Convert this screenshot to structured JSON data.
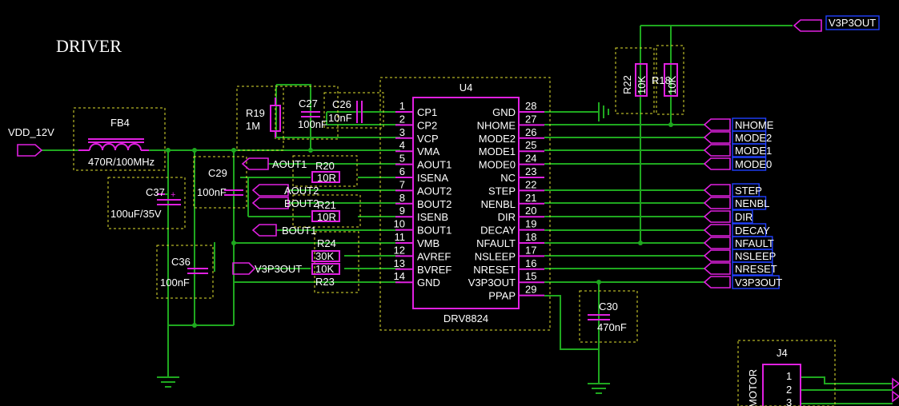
{
  "title": "DRIVER",
  "ic": {
    "ref": "U4",
    "part": "DRV8824",
    "left_pins": [
      {
        "num": "1",
        "name": "CP1"
      },
      {
        "num": "2",
        "name": "CP2"
      },
      {
        "num": "3",
        "name": "VCP"
      },
      {
        "num": "4",
        "name": "VMA"
      },
      {
        "num": "5",
        "name": "AOUT1"
      },
      {
        "num": "6",
        "name": "ISENA"
      },
      {
        "num": "7",
        "name": "AOUT2"
      },
      {
        "num": "8",
        "name": "BOUT2"
      },
      {
        "num": "9",
        "name": "ISENB"
      },
      {
        "num": "10",
        "name": "BOUT1"
      },
      {
        "num": "11",
        "name": "VMB"
      },
      {
        "num": "12",
        "name": "AVREF"
      },
      {
        "num": "13",
        "name": "BVREF"
      },
      {
        "num": "14",
        "name": "GND"
      }
    ],
    "right_pins": [
      {
        "num": "28",
        "name": "GND"
      },
      {
        "num": "27",
        "name": "NHOME"
      },
      {
        "num": "26",
        "name": "MODE2"
      },
      {
        "num": "25",
        "name": "MODE1"
      },
      {
        "num": "24",
        "name": "MODE0"
      },
      {
        "num": "23",
        "name": "NC"
      },
      {
        "num": "22",
        "name": "STEP"
      },
      {
        "num": "21",
        "name": "NENBL"
      },
      {
        "num": "20",
        "name": "DIR"
      },
      {
        "num": "19",
        "name": "DECAY"
      },
      {
        "num": "18",
        "name": "NFAULT"
      },
      {
        "num": "17",
        "name": "NSLEEP"
      },
      {
        "num": "16",
        "name": "NRESET"
      },
      {
        "num": "15",
        "name": "V3P3OUT"
      },
      {
        "num": "29",
        "name": "PPAP"
      }
    ]
  },
  "components": {
    "fb4_ref": "FB4",
    "fb4_value": "470R/100MHz",
    "c37_ref": "C37",
    "c37_value": "100uF/35V",
    "c29_ref": "C29",
    "c29_value": "100nF",
    "c36_ref": "C36",
    "c36_value": "100nF",
    "r19_ref": "R19",
    "r19_value": "1M",
    "c27_ref": "C27",
    "c27_value": "100nF",
    "c26_ref": "C26",
    "c26_value": "10nF",
    "r20_ref": "R20",
    "r20_value": "10R",
    "r21_ref": "R21",
    "r21_value": "10R",
    "r24_ref": "R24",
    "r24_value": "30K",
    "r23_ref": "R23",
    "r23_value": "10K",
    "r22_ref": "R22",
    "r22_value": "10K",
    "r18_ref": "R18",
    "r18_value": "10K",
    "c30_ref": "C30",
    "c30_value": "470nF",
    "j4_ref": "J4",
    "j4_label": "MOTOR",
    "j4_pins": [
      "1",
      "2",
      "3"
    ]
  },
  "nets": {
    "vdd": "VDD_12V",
    "v3p3_top": "V3P3OUT",
    "aout1": "AOUT1",
    "aout2": "AOUT2",
    "bout2": "BOUT2",
    "bout1": "BOUT1",
    "v3p3_left": "V3P3OUT",
    "right_ports": [
      "NHOME",
      "MODE2",
      "MODE1",
      "MODE0",
      "STEP",
      "NENBL",
      "DIR",
      "DECAY",
      "NFAULT",
      "NSLEEP",
      "NRESET",
      "V3P3OUT"
    ]
  },
  "colors": {
    "background": "#000000",
    "wire": "#1fa81f",
    "symbol": "#e020e0",
    "designator_box": "#e0e030",
    "net_highlight": "#2040ff",
    "text": "#ffffff"
  }
}
